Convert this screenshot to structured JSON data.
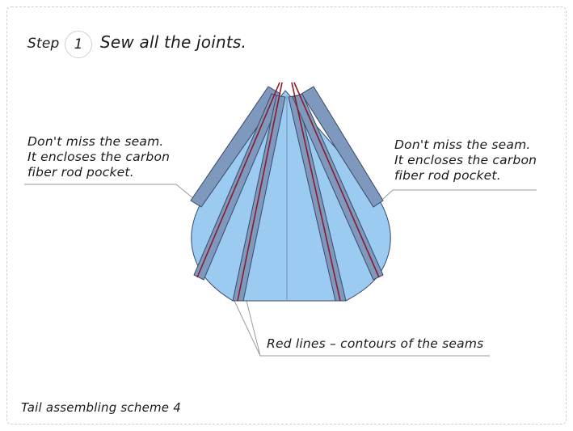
{
  "header": {
    "step_label": "Step",
    "step_number": "1",
    "title": "Sew all the joints."
  },
  "notes": {
    "left": {
      "line1": "Don't miss the seam.",
      "line2": "It encloses the carbon",
      "line3": "fiber rod pocket."
    },
    "right": {
      "line1": "Don't miss the seam.",
      "line2": "It encloses the carbon",
      "line3": "fiber rod pocket."
    },
    "redlines": "Red lines – contours of the seams"
  },
  "caption": "Tail assembling scheme 4",
  "colors": {
    "fabric_fill": "#9ccbf2",
    "panel_fill": "#8fbadf",
    "seam_strip": "#7e99bd",
    "seam_line": "#8b1a2a",
    "outline": "#3a4a66"
  }
}
